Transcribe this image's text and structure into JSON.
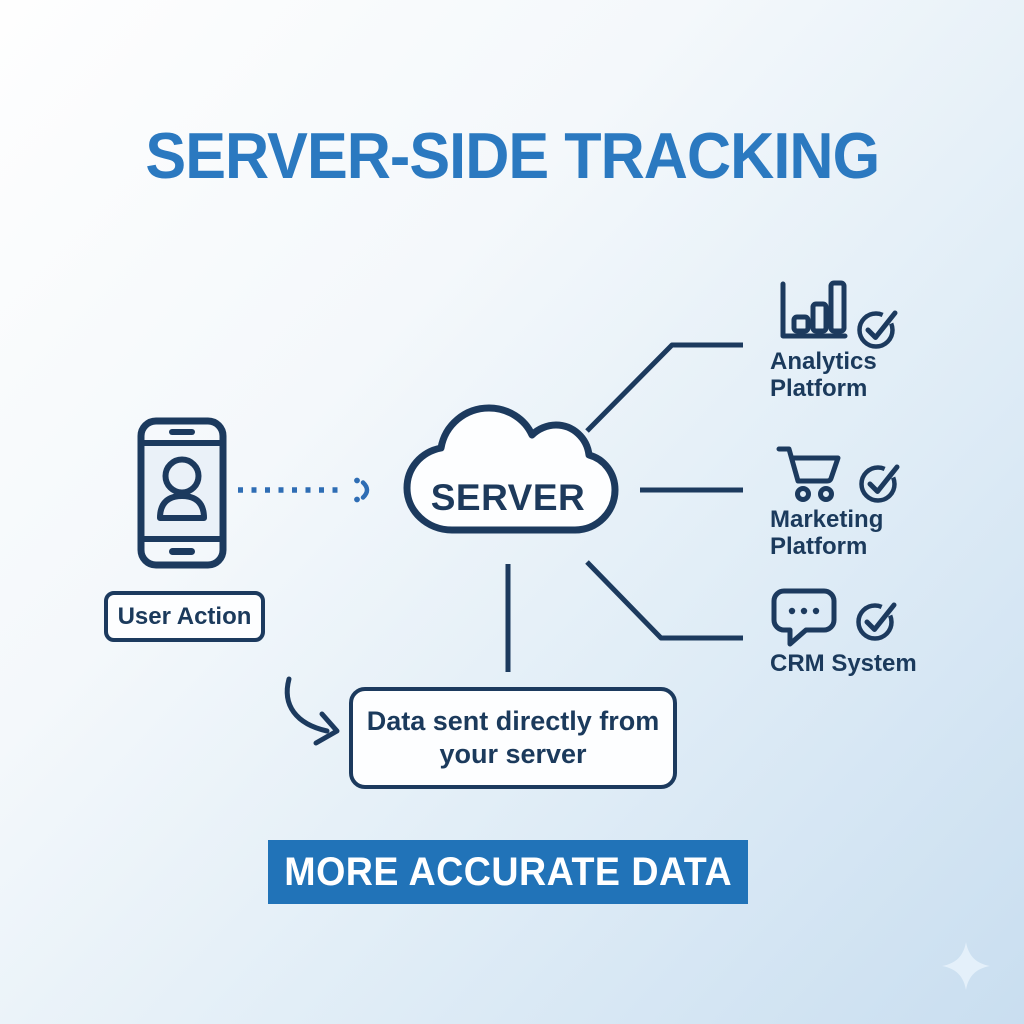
{
  "title": "SERVER-SIDE TRACKING",
  "colors": {
    "title_blue": "#2b79c0",
    "banner_blue": "#2173b8",
    "ink_navy": "#1c3a5e",
    "arrow_dot_blue": "#2e6db4"
  },
  "source": {
    "icon": "smartphone-user-icon",
    "label": "User Action"
  },
  "server": {
    "icon": "cloud-icon",
    "label": "SERVER"
  },
  "destinations": [
    {
      "icon": "bar-chart-icon",
      "status_icon": "check-circle-icon",
      "line1": "Analytics",
      "line2": "Platform"
    },
    {
      "icon": "shopping-cart-icon",
      "status_icon": "check-circle-icon",
      "line1": "Marketing",
      "line2": "Platform"
    },
    {
      "icon": "chat-bubble-icon",
      "status_icon": "check-circle-icon",
      "line1": "CRM System",
      "line2": ""
    }
  ],
  "flow_note": {
    "line1": "Data sent directly from",
    "line2": "your server"
  },
  "banner": {
    "label": "MORE ACCURATE DATA"
  },
  "decor": {
    "sparkle": "sparkle-icon"
  }
}
